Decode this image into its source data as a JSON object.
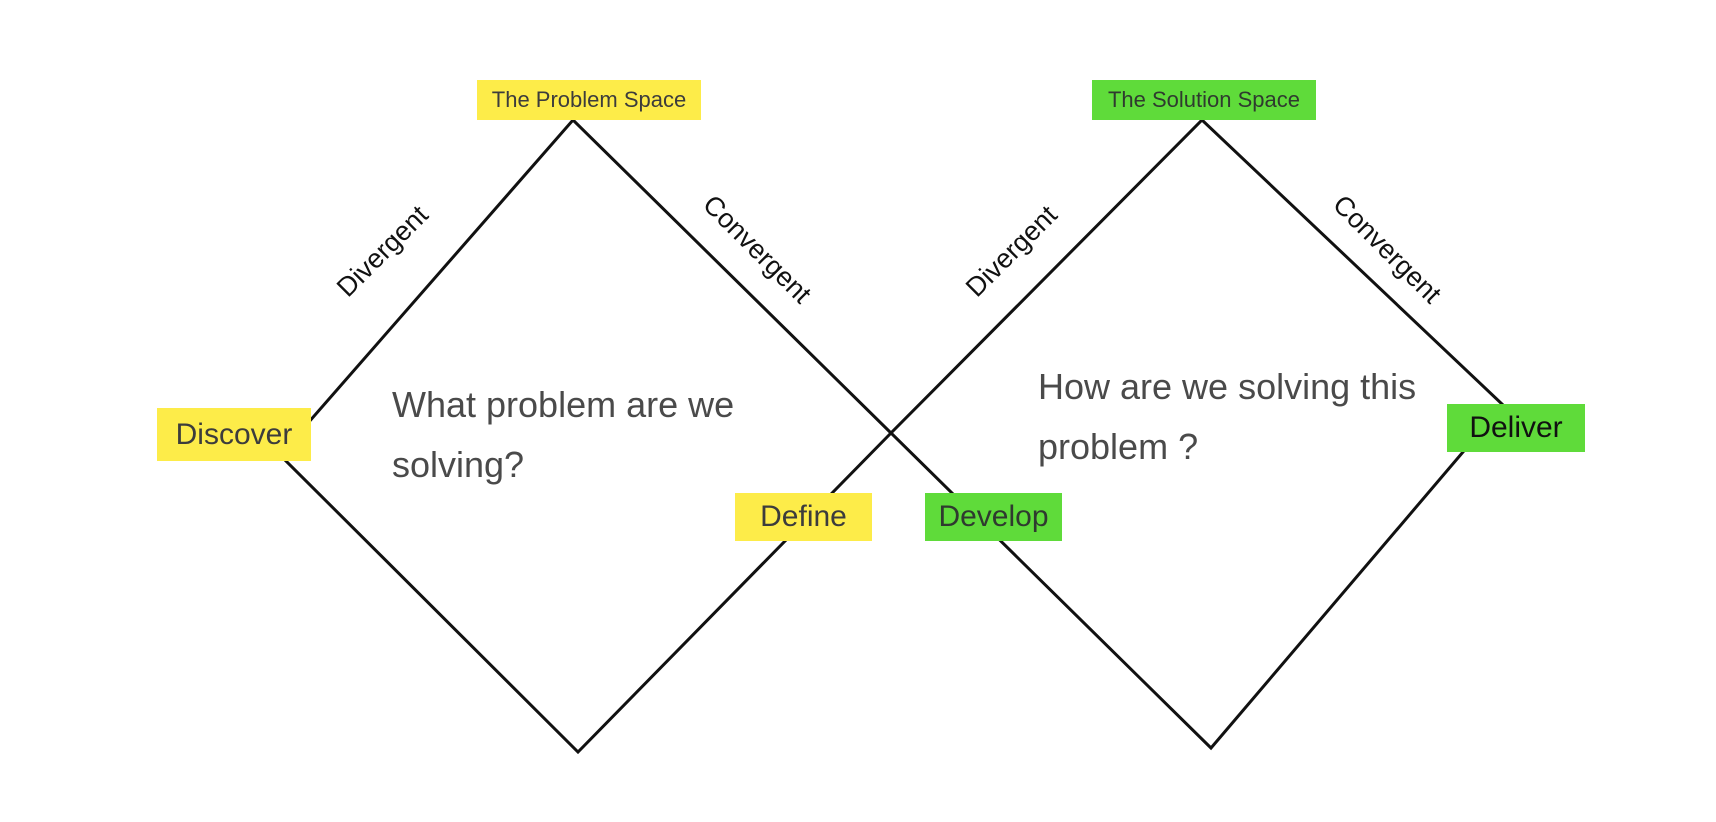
{
  "diagram": {
    "problem_space": {
      "header": "The Problem Space",
      "divergent_label": "Divergent",
      "convergent_label": "Convergent",
      "question_line1": "What problem are we",
      "question_line2": "solving?",
      "discover": "Discover",
      "define": "Define"
    },
    "solution_space": {
      "header": "The Solution Space",
      "divergent_label": "Divergent",
      "convergent_label": "Convergent",
      "question_line1": "How are we solving this",
      "question_line2": "problem ?",
      "develop": "Develop",
      "deliver": "Deliver"
    }
  },
  "colors": {
    "yellow_note": "#fdec49",
    "green_note": "#5fdb3a",
    "line": "#111111"
  }
}
